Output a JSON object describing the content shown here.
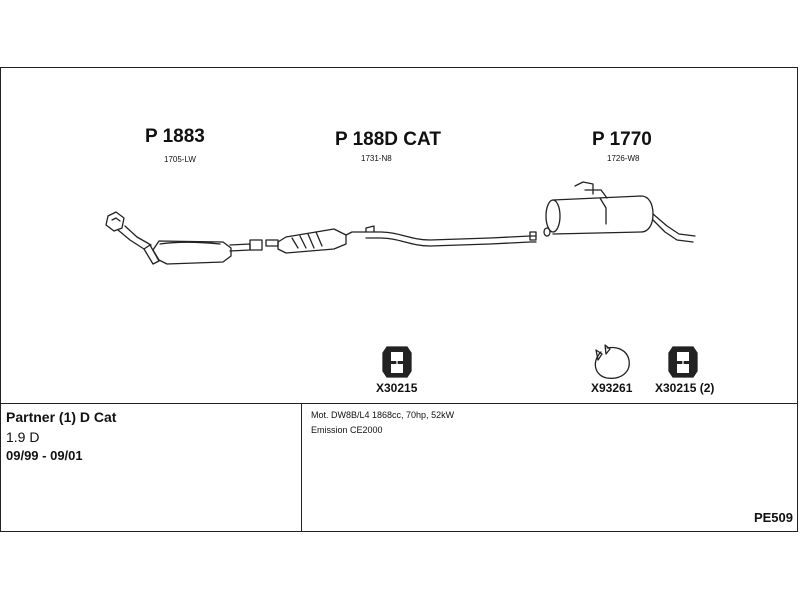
{
  "parts": [
    {
      "title": "P 1883",
      "sub": "1705-LW"
    },
    {
      "title": "P 188D CAT",
      "sub": "1731-N8"
    },
    {
      "title": "P 1770",
      "sub": "1726-W8"
    }
  ],
  "fittings": [
    {
      "code": "X30215",
      "icon": "rubber-hanger-icon"
    },
    {
      "code": "X93261",
      "icon": "pipe-clamp-icon"
    },
    {
      "code": "X30215 (2)",
      "icon": "rubber-hanger-icon"
    }
  ],
  "vehicle": {
    "model": "Partner (1) D Cat",
    "engine": "1.9 D",
    "years": "09/99 - 09/01"
  },
  "specs": {
    "line1": "Mot. DW8B/L4 1868cc, 70hp, 52kW",
    "line2": "Emission CE2000"
  },
  "diagram_code": "PE509"
}
